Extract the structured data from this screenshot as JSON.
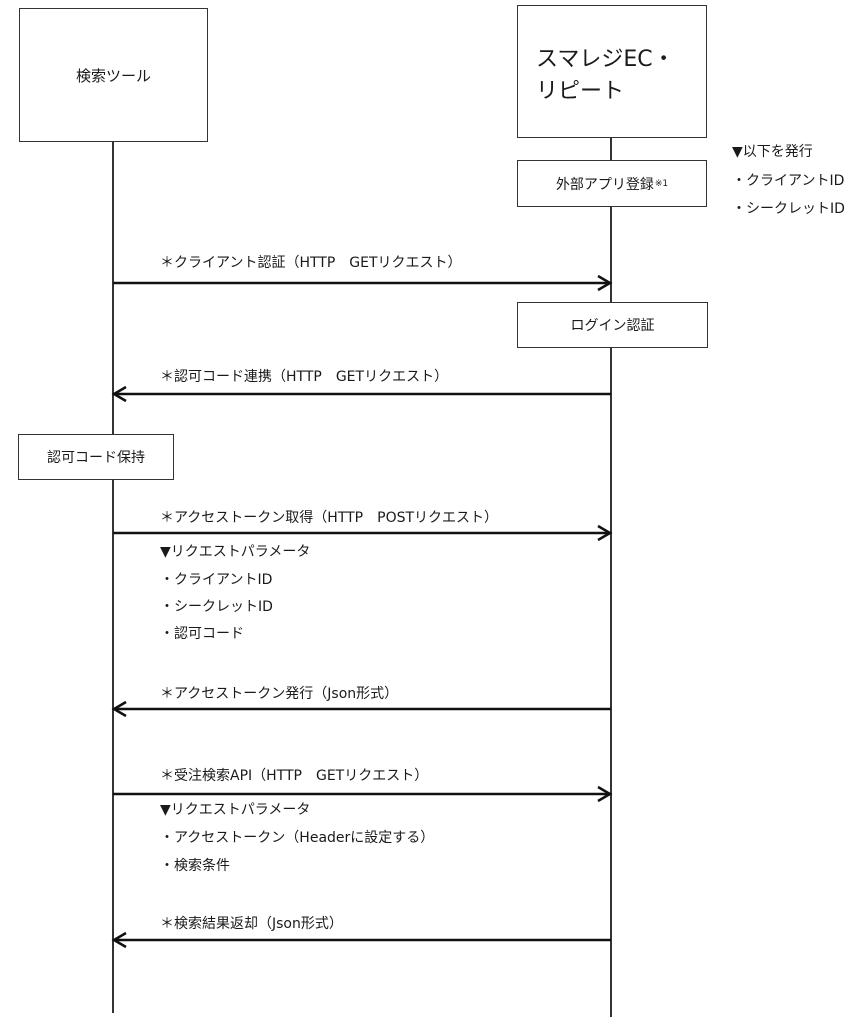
{
  "actors": {
    "left": {
      "label": "検索ツール"
    },
    "right": {
      "label": "スマレジEC・\nリピート"
    }
  },
  "activations": {
    "app_registration": {
      "label": "外部アプリ登録",
      "note_mark": "※1"
    },
    "login_auth": {
      "label": "ログイン認証"
    },
    "auth_code_hold": {
      "label": "認可コード保持"
    }
  },
  "issue_note": {
    "heading": "▼以下を発行",
    "items": [
      "・クライアントID",
      "・シークレットID"
    ]
  },
  "messages": [
    {
      "label": "＊クライアント認証（HTTP　GETリクエスト）",
      "direction": "right"
    },
    {
      "label": "＊認可コード連携（HTTP　GETリクエスト）",
      "direction": "left"
    },
    {
      "label": "＊アクセストークン取得（HTTP　POSTリクエスト）",
      "direction": "right"
    },
    {
      "label": "＊アクセストークン発行（Json形式）",
      "direction": "left"
    },
    {
      "label": "＊受注検索API（HTTP　GETリクエスト）",
      "direction": "right"
    },
    {
      "label": "＊検索結果返却（Json形式）",
      "direction": "left"
    }
  ],
  "token_params": {
    "heading": "▼リクエストパラメータ",
    "items": [
      "・クライアントID",
      "・シークレットID",
      "・認可コード"
    ]
  },
  "search_params": {
    "heading": "▼リクエストパラメータ",
    "items": [
      "・アクセストークン（Headerに設定する）",
      "・検索条件"
    ]
  },
  "colors": {
    "line": "#333333",
    "arrow": "#111111",
    "text": "#1a1a1a"
  }
}
